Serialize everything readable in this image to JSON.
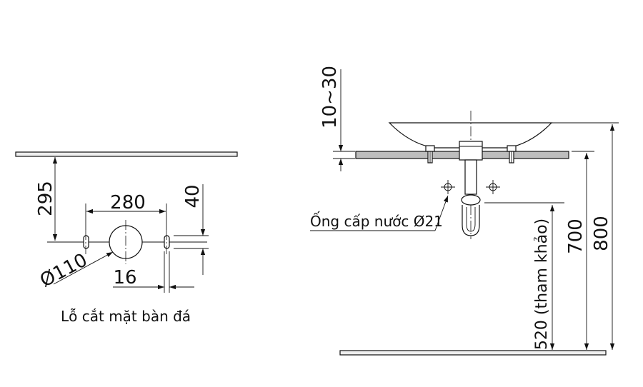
{
  "cutout_view": {
    "caption": "Lỗ cắt mặt bàn đá",
    "dim_295": "295",
    "dim_280": "280",
    "dim_40": "40",
    "dim_110": "Ø110",
    "dim_16": "16"
  },
  "side_view": {
    "dim_10_30": "10~30",
    "pipe_label": "Ống cấp nước Ø21",
    "dim_700": "700",
    "dim_800": "800",
    "dim_520": "520 (tham khảo)"
  }
}
